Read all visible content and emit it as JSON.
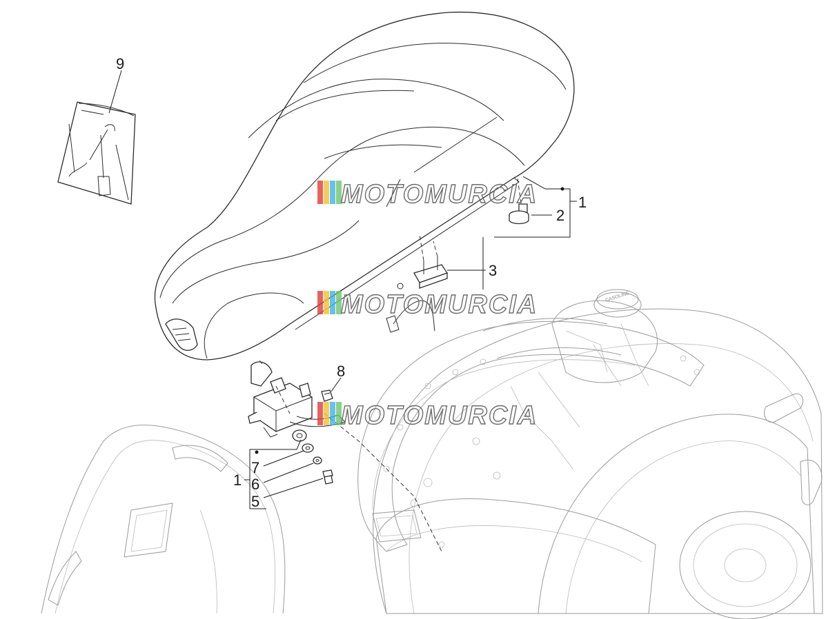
{
  "diagram": {
    "callouts": {
      "c1_top": "1",
      "c2": "2",
      "c3": "3",
      "c9": "9",
      "c8": "8",
      "c7": "7",
      "c6": "6",
      "c5": "5",
      "c1_bottom": "1"
    },
    "watermark": {
      "text": "MOTOMURCIA",
      "stripe_colors": [
        "#e23b3b",
        "#f2c230",
        "#3fb3e6",
        "#6cc46c"
      ]
    },
    "tank_cap_text": "GASOLINE"
  }
}
